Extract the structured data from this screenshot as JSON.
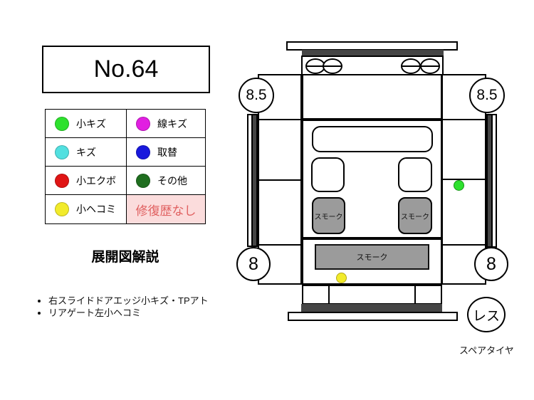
{
  "page_title": "No.64",
  "legend": {
    "items": [
      {
        "label": "小キズ",
        "color": "#2ee12e"
      },
      {
        "label": "線キズ",
        "color": "#e11fe1"
      },
      {
        "label": "キズ",
        "color": "#52e0e0"
      },
      {
        "label": "取替",
        "color": "#1818dd"
      },
      {
        "label": "小エクボ",
        "color": "#e01515"
      },
      {
        "label": "その他",
        "color": "#1f6e1f"
      },
      {
        "label": "小ヘコミ",
        "color": "#f2eb2b"
      }
    ],
    "no_repair": {
      "label": "修復歴なし",
      "text_color": "#e06060",
      "bg_color": "#fbdcdc"
    }
  },
  "explanation": {
    "heading": "展開図解説",
    "bullets": [
      "右スライドドアエッジ小キズ・TPアト",
      "リアゲート左小ヘコミ"
    ]
  },
  "diagram": {
    "tire_scores": {
      "front_left": "8.5",
      "front_right": "8.5",
      "rear_left": "8",
      "rear_right": "8"
    },
    "spare_tire": {
      "badge": "レス",
      "caption": "スペアタイヤ"
    },
    "window_labels": {
      "left_sliding_door": "スモーク",
      "right_sliding_door": "スモーク",
      "rear_gate": "スモーク"
    },
    "markers": [
      {
        "type": "small-scratch",
        "color": "#2ee12e"
      },
      {
        "type": "small-dent",
        "color": "#f2eb2b"
      }
    ],
    "trim_color": "#454545",
    "glass_color": "#9b9b9b"
  }
}
